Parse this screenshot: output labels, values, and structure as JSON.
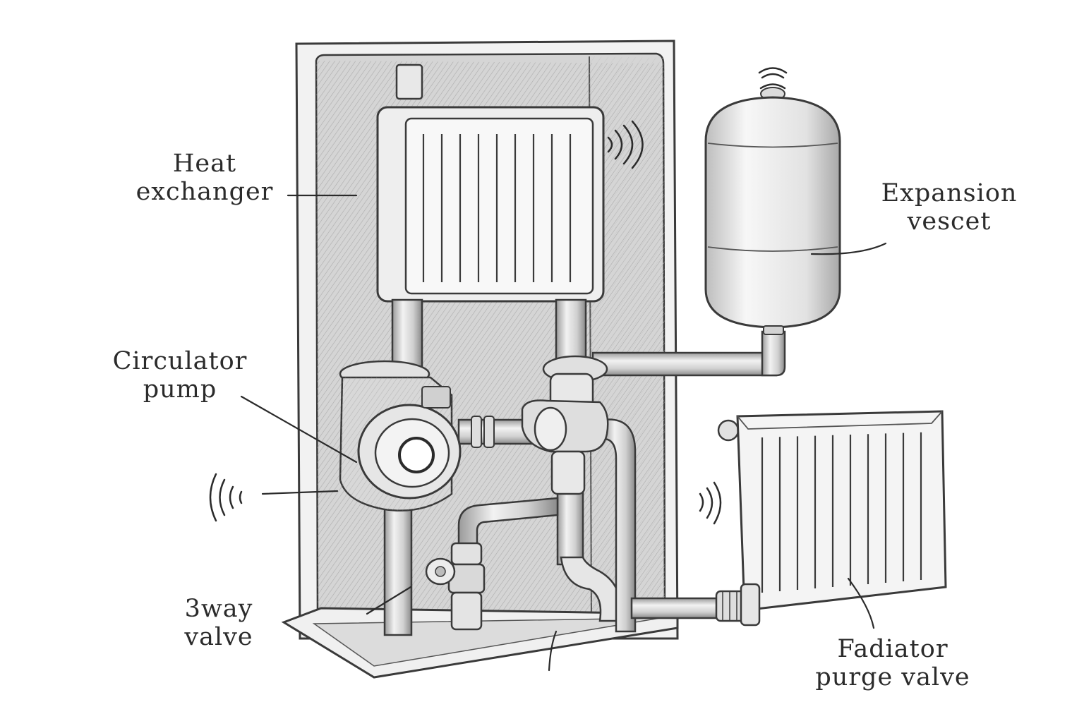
{
  "labels": {
    "heat_exchanger": [
      "Heat",
      "exchanger"
    ],
    "expansion_vessel": [
      "Expansion",
      "vescet"
    ],
    "circulator_pump": [
      "Circulator",
      "pump"
    ],
    "three_way_valve": [
      "3way",
      "valve"
    ],
    "radiator_purge_valve": [
      "Fadiator",
      "purge valve"
    ]
  },
  "colors": {
    "ink": "#2b2b2b",
    "line": "#3a3a3a",
    "panel": "#d9d9d9",
    "panel_dark": "#b8b8b8",
    "metal_light": "#eeeeee",
    "metal_mid": "#c9c9c9"
  },
  "icons": [
    "sound-waves-icon"
  ]
}
